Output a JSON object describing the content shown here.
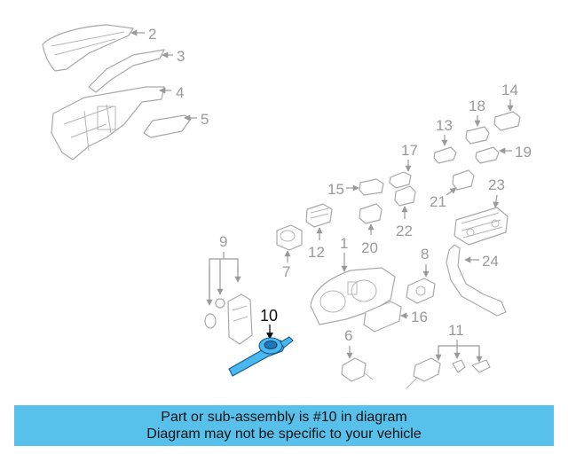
{
  "diagram": {
    "callouts": [
      "1",
      "2",
      "3",
      "4",
      "5",
      "6",
      "7",
      "8",
      "9",
      "10",
      "11",
      "12",
      "13",
      "14",
      "15",
      "16",
      "17",
      "18",
      "19",
      "20",
      "21",
      "22",
      "23",
      "24"
    ],
    "highlighted_part": "10",
    "colors": {
      "highlight": "#49b8f0",
      "lines": "#a9a9a9",
      "banner": "#57c1ec"
    }
  },
  "banner": {
    "line1": "Part or sub-assembly is #10 in diagram",
    "line2": "Diagram may not be specific to your vehicle"
  }
}
